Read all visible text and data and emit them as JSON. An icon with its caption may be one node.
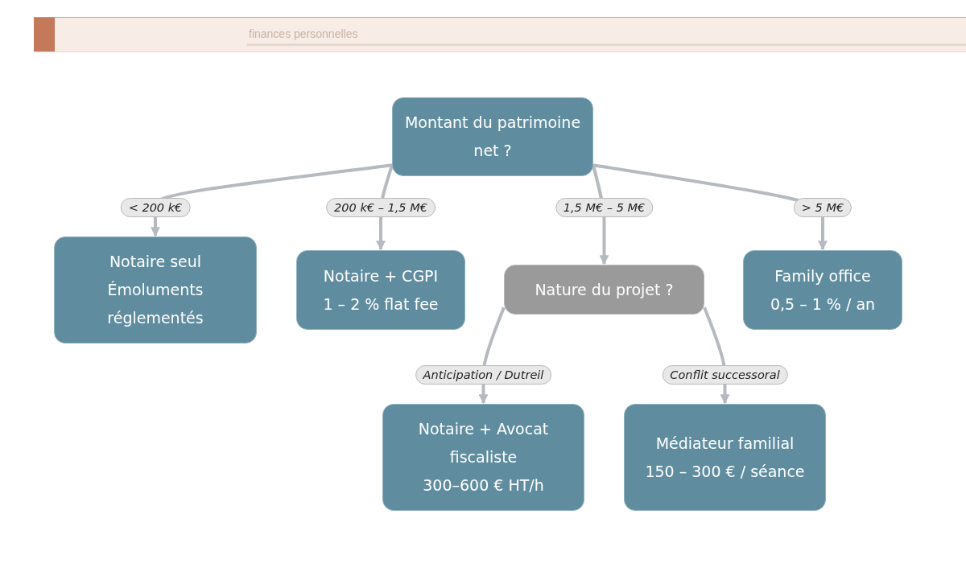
{
  "diagram": {
    "nodes": [
      {
        "text": [
          "Montant du patrimoine net ?"
        ]
      },
      {
        "text": [
          "Notaire seul",
          "Émoluments réglementés"
        ]
      },
      {
        "text": [
          "Notaire + CGPI",
          "1 – 2 % flat fee"
        ]
      },
      {
        "text": [
          "Nature du projet ?"
        ]
      },
      {
        "text": [
          "Family office",
          "0,5 – 1 % / an"
        ]
      },
      {
        "text": [
          "Notaire + Avocat fiscaliste",
          "300–600 € HT/h"
        ]
      },
      {
        "text": [
          "Médiateur familial",
          "150 – 300 € / séance"
        ]
      }
    ],
    "edges": [
      {
        "from": 0,
        "to": 1,
        "arrow": "to",
        "label": "< 200 k€"
      },
      {
        "from": 0,
        "to": 2,
        "arrow": "to",
        "label": "200 k€ – 1,5 M€"
      },
      {
        "from": 0,
        "to": 3,
        "arrow": "to",
        "label": "1,5 M€ – 5 M€"
      },
      {
        "from": 0,
        "to": 4,
        "arrow": "to",
        "label": "> 5 M€"
      },
      {
        "from": 3,
        "to": 5,
        "arrow": "to",
        "label": "Anticipation / Dutreil"
      },
      {
        "from": 3,
        "to": 6,
        "arrow": "to",
        "label": "Conflit successoral"
      }
    ],
    "labels": [
      "finances personnelles"
    ]
  }
}
